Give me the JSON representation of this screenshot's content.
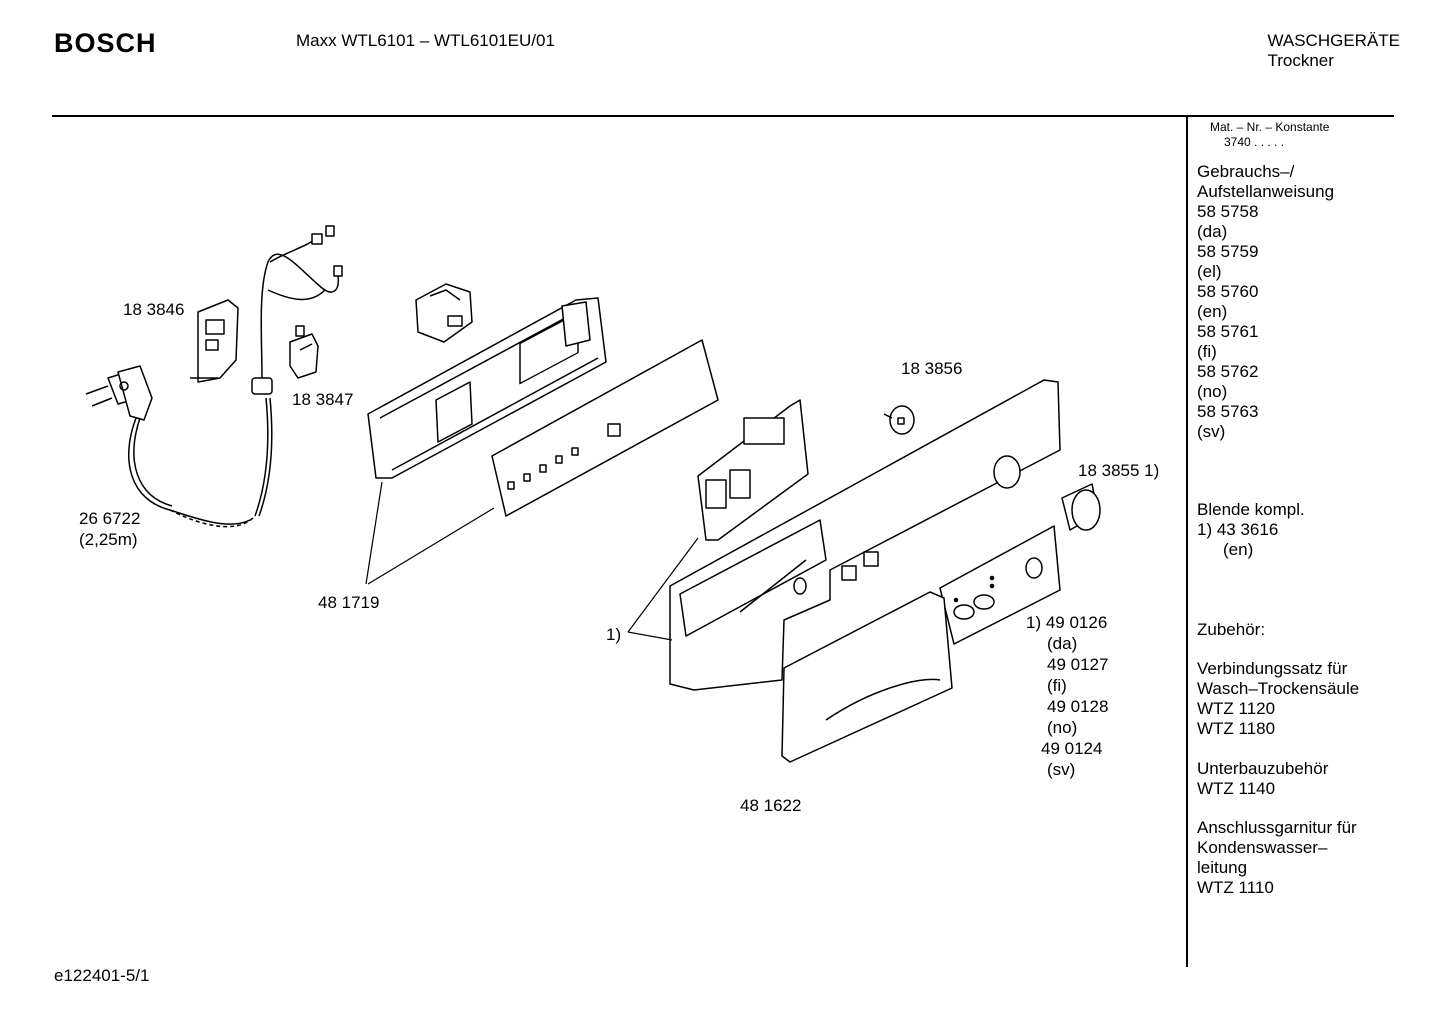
{
  "header": {
    "brand": "BOSCH",
    "model": "Maxx WTL6101 –  WTL6101EU/01",
    "category_line1": "WASCHGERÄTE",
    "category_line2": "Trockner"
  },
  "sidebar": {
    "mat_label": "Mat. – Nr. – Konstante",
    "mat_value": "3740  .  .  .  .  .",
    "manual": {
      "title_line1": "Gebrauchs–/",
      "title_line2": "Aufstellanweisung",
      "items": [
        "58 5758",
        "(da)",
        "58 5759",
        "(el)",
        "58 5760",
        "(en)",
        "58 5761",
        "(fi)",
        "58 5762",
        "(no)",
        "58 5763",
        "(sv)"
      ]
    },
    "blende": {
      "title": "Blende kompl.",
      "line1": "1) 43 3616",
      "line2": "(en)"
    },
    "zubehoer_title": "Zubehör:",
    "accessories": [
      {
        "line1": "Verbindungssatz für",
        "line2": "Wasch–Trockensäule",
        "line3": "WTZ 1120",
        "line4": "WTZ 1180"
      },
      {
        "line1": "Unterbauzubehör",
        "line2": "WTZ 1140"
      },
      {
        "line1": "Anschlussgarnitur für",
        "line2": "Kondenswasser–",
        "line3": "leitung",
        "line4": "WTZ 1110"
      }
    ]
  },
  "parts": {
    "p183846": "18 3846",
    "p183847": "18 3847",
    "p266722": "26 6722",
    "p266722_len": "(2,25m)",
    "p481719": "48 1719",
    "p183856": "18 3856",
    "p183855": "18 3855 1)",
    "p_1": "1)",
    "p481622": "48 1622",
    "variants": [
      "1) 49 0126",
      "(da)",
      "49 0127",
      "(fi)",
      "49 0128",
      "(no)",
      "49 0124",
      "(sv)"
    ]
  },
  "footer": "e122401-5/1"
}
